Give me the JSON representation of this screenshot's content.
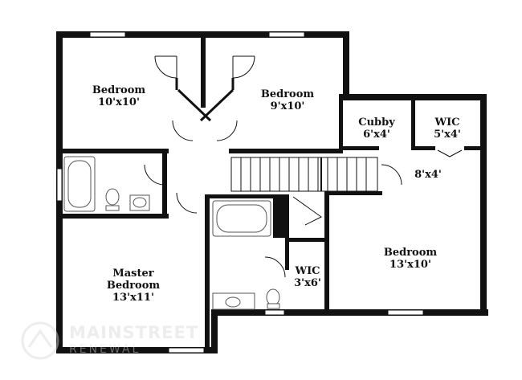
{
  "rooms": [
    {
      "id": "bedroom_nw",
      "name": "Bedroom",
      "size": "10'x10'"
    },
    {
      "id": "bedroom_n",
      "name": "Bedroom",
      "size": "9'x10'"
    },
    {
      "id": "cubby",
      "name": "Cubby",
      "size": "6'x4'"
    },
    {
      "id": "wic_ne",
      "name": "WIC",
      "size": "5'x4'"
    },
    {
      "id": "hall_e",
      "name": "",
      "size": "8'x4'"
    },
    {
      "id": "bedroom_e",
      "name": "Bedroom",
      "size": "13'x10'"
    },
    {
      "id": "master",
      "name_line1": "Master",
      "name_line2": "Bedroom",
      "size": "13'x11'"
    },
    {
      "id": "wic_s",
      "name": "WIC",
      "size": "3'x6'"
    }
  ],
  "watermark": {
    "line1": "MAINSTREET",
    "line2": "RENEWAL"
  },
  "colors": {
    "wall": "#111111",
    "fixture": "#555555",
    "watermark": "#d8d8d8"
  }
}
